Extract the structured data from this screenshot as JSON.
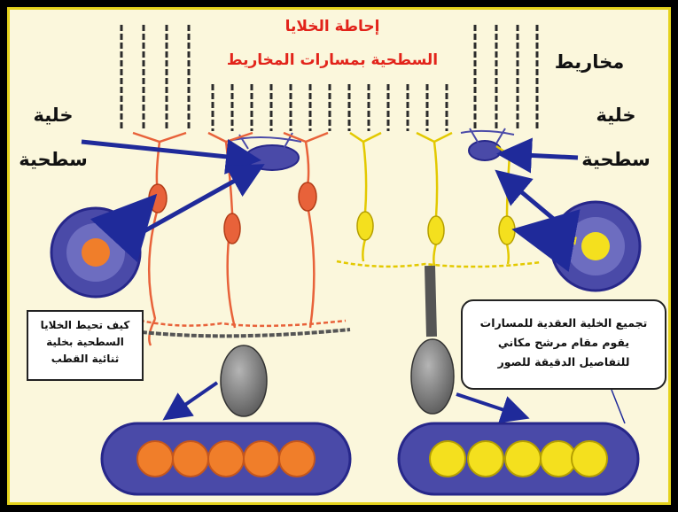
{
  "title": {
    "line1": "إحاطة الخلايا",
    "line2": "السطحية بمسارات المخاريط"
  },
  "labels": {
    "cones": "مخاريط",
    "horizontal_cell_left": [
      "خلية",
      "سطحية"
    ],
    "horizontal_cell_right": [
      "خلية",
      "سطحية"
    ]
  },
  "notes": {
    "left": [
      "كيف تحيط الخلايا",
      "السطحية بخلية",
      "ثنائية القطب"
    ],
    "right": [
      "تجميع الخلية العقدية للمسارات",
      "يقوم مقام مرشح مكاني",
      "للتفاصيل الدقيقة للصور"
    ]
  },
  "colors": {
    "background": "#fbf7dc",
    "frame_border": "#e5d21c",
    "title_red": "#e2231a",
    "orange_pathway": "#e8623a",
    "yellow_pathway": "#f4e01e",
    "horizontal_cell_blue": "#4a4aa8",
    "arrow_navy": "#1f2a9a",
    "ganglion_gray": "#777777"
  }
}
